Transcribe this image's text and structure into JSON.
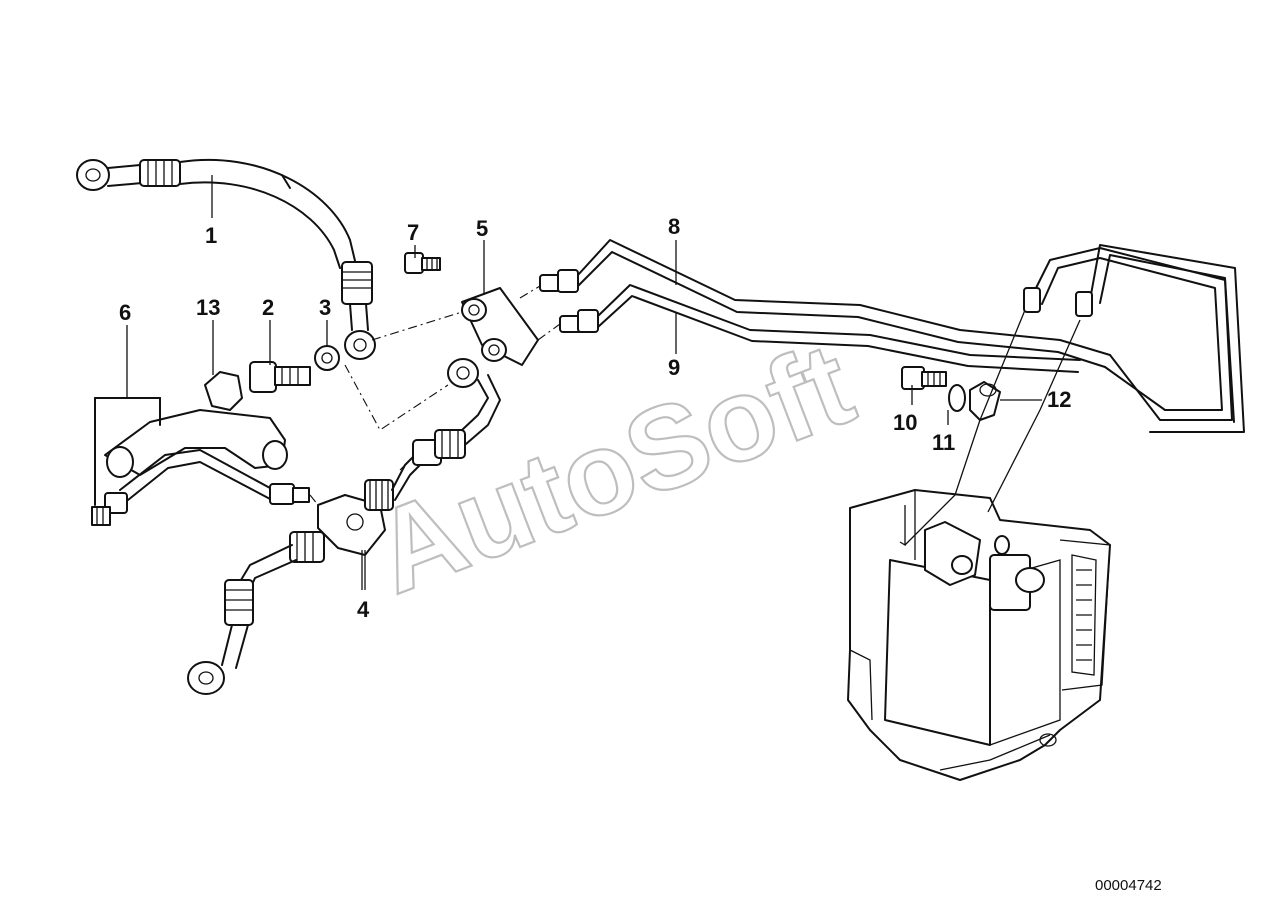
{
  "diagram": {
    "callouts": [
      {
        "id": "c1",
        "text": "1"
      },
      {
        "id": "c2",
        "text": "2"
      },
      {
        "id": "c3",
        "text": "3"
      },
      {
        "id": "c4",
        "text": "4"
      },
      {
        "id": "c5",
        "text": "5"
      },
      {
        "id": "c6",
        "text": "6"
      },
      {
        "id": "c7",
        "text": "7"
      },
      {
        "id": "c8",
        "text": "8"
      },
      {
        "id": "c9",
        "text": "9"
      },
      {
        "id": "c10",
        "text": "10"
      },
      {
        "id": "c11",
        "text": "11"
      },
      {
        "id": "c12",
        "text": "12"
      },
      {
        "id": "c13",
        "text": "13"
      }
    ],
    "watermark": "AutoSoft",
    "document_number": "00004742"
  }
}
